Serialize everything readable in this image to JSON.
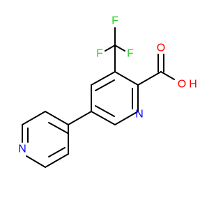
{
  "molecule": {
    "atoms": {
      "pyridine_a_N": {
        "symbol": "N",
        "color": "#0000ff"
      },
      "pyridine_b_N": {
        "symbol": "N",
        "color": "#0000ff"
      },
      "carbonyl_O": {
        "symbol": "O",
        "color": "#ff0000"
      },
      "hydroxyl_O": {
        "symbol": "O",
        "color": "#ff0000"
      },
      "hydroxyl_H": {
        "symbol": "H",
        "color": "#ff0000"
      },
      "fluorine_1": {
        "symbol": "F",
        "color": "#33cc33"
      },
      "fluorine_2": {
        "symbol": "F",
        "color": "#33cc33"
      },
      "fluorine_3": {
        "symbol": "F",
        "color": "#33cc33"
      }
    }
  }
}
